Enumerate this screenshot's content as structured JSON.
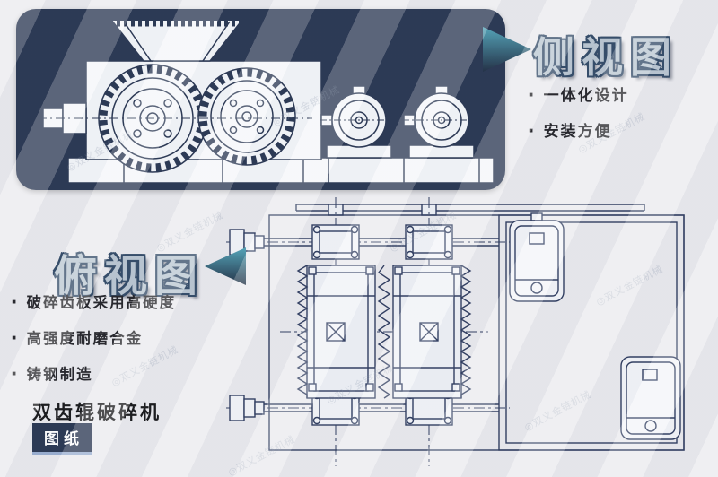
{
  "side_view": {
    "title": "侧视图",
    "features": [
      "一体化设计",
      "安装方便"
    ]
  },
  "top_view": {
    "title": "俯视图",
    "features": [
      "破碎齿板采用高硬度",
      "高强度耐磨合金",
      "铸钢制造"
    ]
  },
  "bullet": "·",
  "product": {
    "name": "双齿辊破碎机",
    "badge": "图纸"
  },
  "watermark": {
    "text": "◎双义金链机械"
  },
  "colors": {
    "panel_navy": "#1c2a47",
    "drawing_line": "#223055",
    "accent_teal": "#49a0b5",
    "title_fill": "#b6c3cf",
    "title_outline": "#27405e",
    "background": "#e9e9ed",
    "badge_text": "#ffffff"
  }
}
